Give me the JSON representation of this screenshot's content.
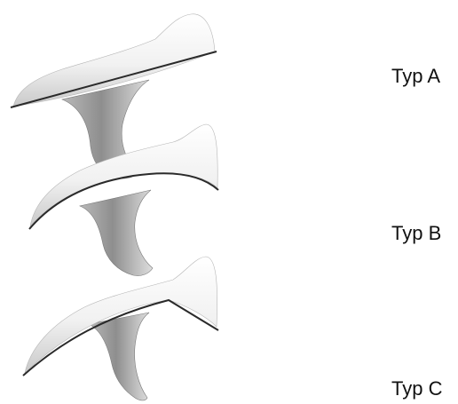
{
  "figures": [
    {
      "id": "A",
      "label": "Typ A",
      "shape": "flat"
    },
    {
      "id": "B",
      "label": "Typ B",
      "shape": "curved"
    },
    {
      "id": "C",
      "label": "Typ C",
      "shape": "hooked"
    }
  ],
  "colors": {
    "background": "#ffffff",
    "outline": "#2a2a2a",
    "shade_light": "#ffffff",
    "shade_dark": "#9a9a9a",
    "text": "#111111"
  }
}
